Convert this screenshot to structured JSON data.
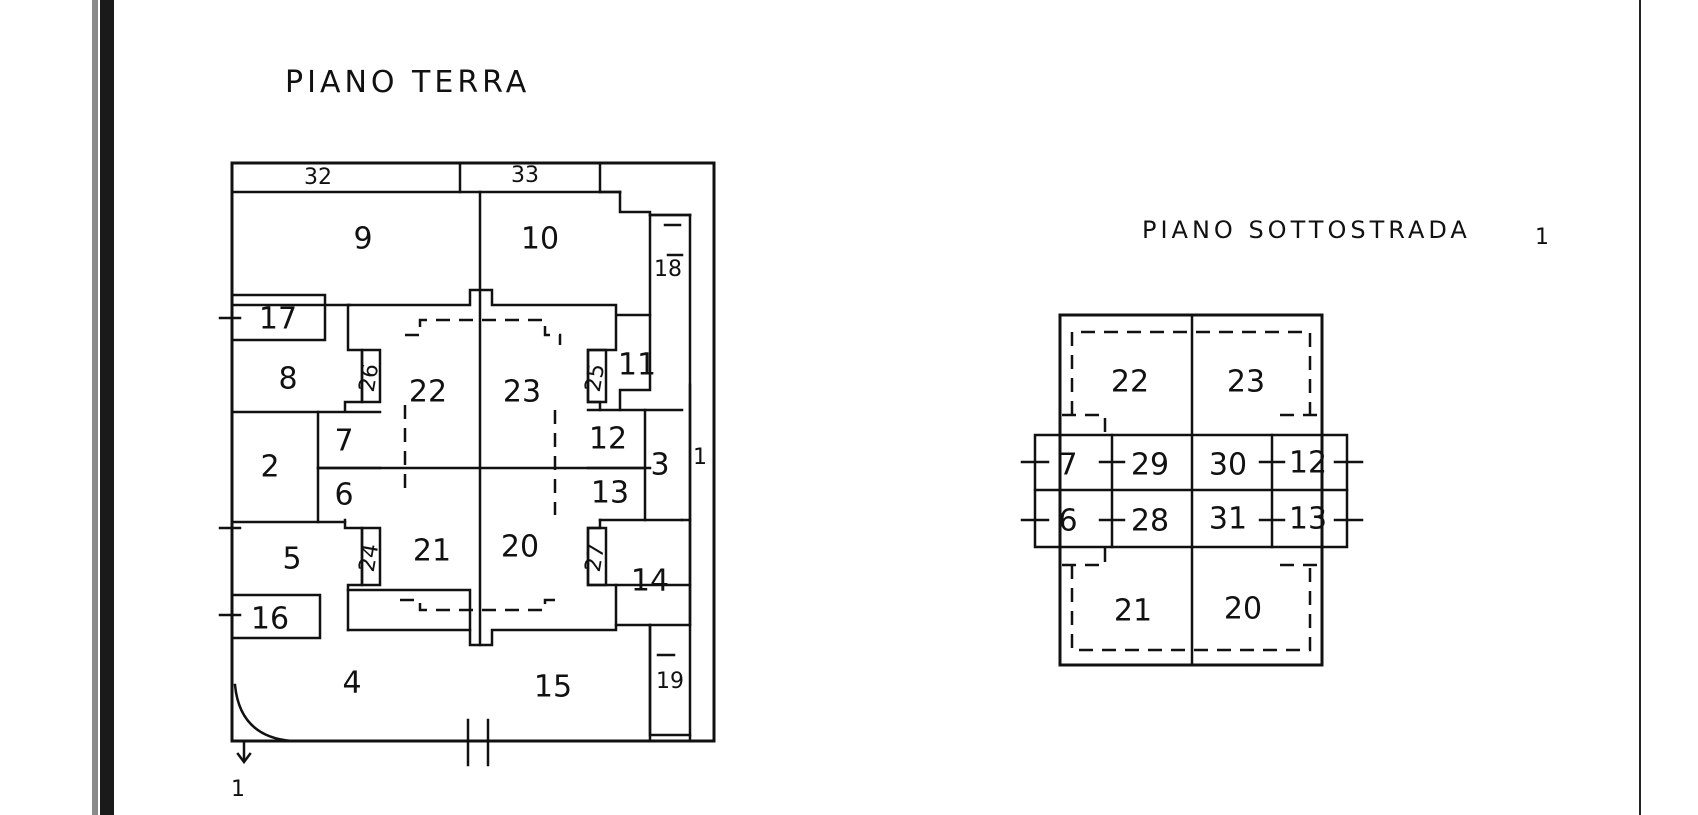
{
  "titles": {
    "ground_floor": "PIANO TERRA",
    "basement": "PIANO SOTTOSTRADA",
    "basement_suffix": "1"
  },
  "markers": {
    "side_marker": "1",
    "bottom_marker": "1"
  },
  "ground_floor_rooms": {
    "r32": "32",
    "r33": "33",
    "r9": "9",
    "r10": "10",
    "r18": "18",
    "r17": "17",
    "r8": "8",
    "r11": "11",
    "r22": "22",
    "r23": "23",
    "r2": "2",
    "r7": "7",
    "r6": "6",
    "r12": "12",
    "r13": "13",
    "r3": "3",
    "r5": "5",
    "r21": "21",
    "r20": "20",
    "r14": "14",
    "r16": "16",
    "r4": "4",
    "r15": "15",
    "r19": "19",
    "stair_a": "26",
    "stair_b": "25",
    "stair_c": "24",
    "stair_d": "27"
  },
  "basement_rooms": {
    "r22": "22",
    "r23": "23",
    "r7": "7",
    "r29": "29",
    "r30": "30",
    "r12": "12",
    "r6": "6",
    "r28": "28",
    "r31": "31",
    "r13": "13",
    "r21": "21",
    "r20": "20"
  }
}
